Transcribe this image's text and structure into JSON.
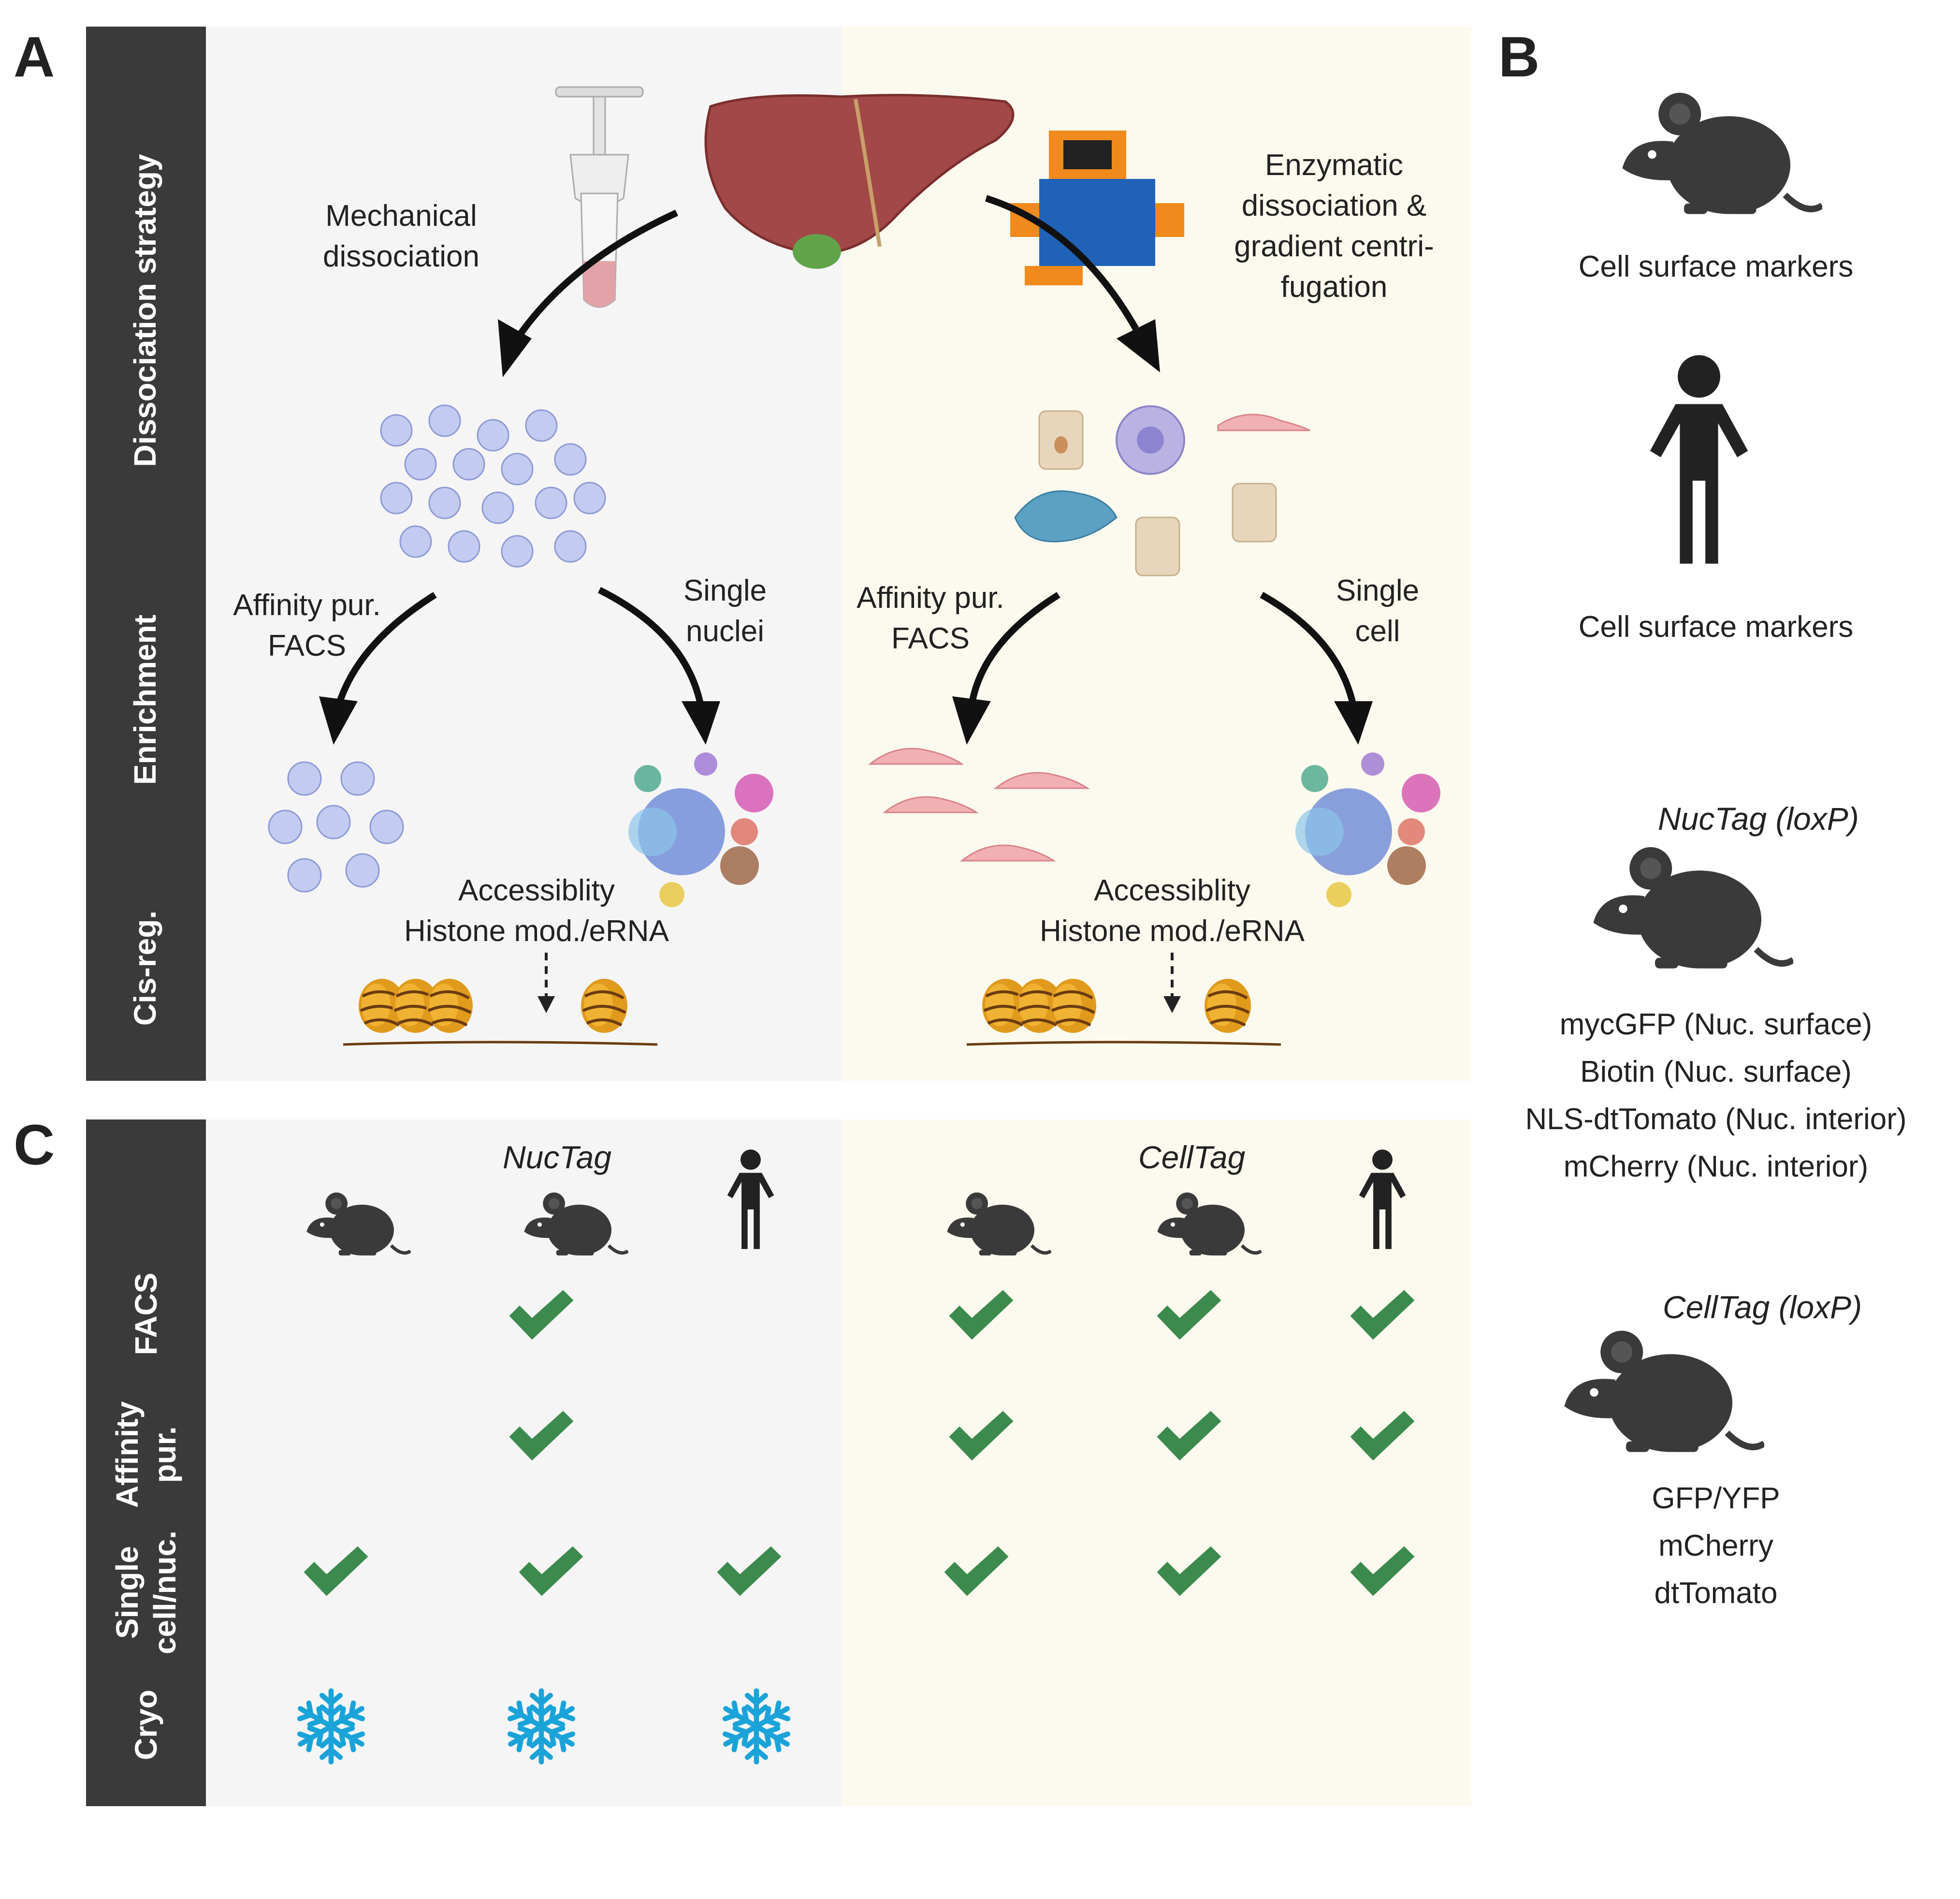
{
  "panels": {
    "a": "A",
    "b": "B",
    "c": "C"
  },
  "colors": {
    "sidebar": "#3a3a3a",
    "left_bg": "#f5f5f5",
    "right_bg": "#fcfaee",
    "check": "#3c8a4e",
    "snow": "#1aa3d9",
    "liver": "#a24848",
    "mouse": "#3a3a3a"
  },
  "panel_a": {
    "rows": [
      "Dissociation strategy",
      "Enrichment",
      "Cis-reg."
    ],
    "left": {
      "method": [
        "Mechanical",
        "dissociation"
      ],
      "enrich_left": [
        "Affinity pur.",
        "FACS"
      ],
      "enrich_right": [
        "Single",
        "nuclei"
      ],
      "cisreg": [
        "Accessiblity",
        "Histone mod./eRNA"
      ]
    },
    "right": {
      "method": [
        "Enzymatic",
        "dissociation &",
        "gradient centri-",
        "fugation"
      ],
      "enrich_left": [
        "Affinity pur.",
        "FACS"
      ],
      "enrich_right": [
        "Single",
        "cell"
      ],
      "cisreg": [
        "Accessiblity",
        "Histone mod./eRNA"
      ]
    }
  },
  "panel_b": {
    "mouse_caption": "Cell surface markers",
    "human_caption": "Cell surface markers",
    "nuctag": {
      "title": "NucTag (loxP)",
      "items": [
        "mycGFP (Nuc. surface)",
        "Biotin (Nuc. surface)",
        "NLS-dtTomato (Nuc. interior)",
        "mCherry (Nuc. interior)"
      ]
    },
    "celltag": {
      "title": "CellTag (loxP)",
      "items": [
        "GFP/YFP",
        "mCherry",
        "dtTomato"
      ]
    }
  },
  "panel_c": {
    "rows": [
      {
        "lines": [
          "FACS"
        ]
      },
      {
        "lines": [
          "Affinity",
          "pur."
        ]
      },
      {
        "lines": [
          "Single",
          "cell/nuc."
        ]
      },
      {
        "lines": [
          "Cryo"
        ]
      }
    ],
    "columns": [
      {
        "icon": "mouse-icon",
        "label": ""
      },
      {
        "icon": "mouse-icon",
        "label": "NucTag"
      },
      {
        "icon": "human-icon",
        "label": ""
      },
      {
        "icon": "mouse-icon",
        "label": ""
      },
      {
        "icon": "mouse-icon",
        "label": "CellTag"
      },
      {
        "icon": "human-icon",
        "label": ""
      }
    ],
    "matrix": {
      "FACS": [
        "",
        "check",
        "",
        "check",
        "check",
        "check"
      ],
      "Affinity pur.": [
        "",
        "check",
        "",
        "check",
        "check",
        "check"
      ],
      "Single cell/nuc.": [
        "check",
        "check",
        "check",
        "check",
        "check",
        "check"
      ],
      "Cryo": [
        "snowflake",
        "snowflake",
        "snowflake",
        "",
        "",
        ""
      ]
    }
  }
}
